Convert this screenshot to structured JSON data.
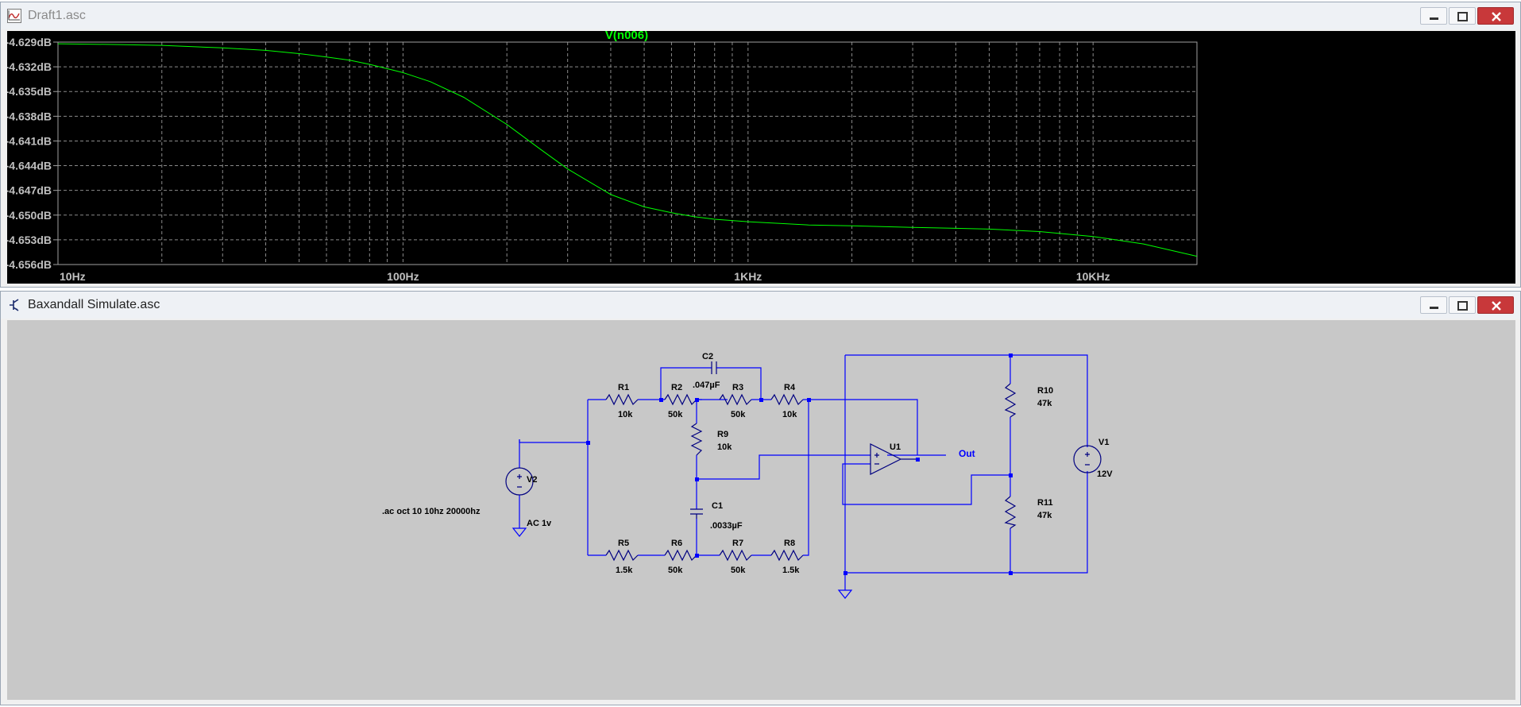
{
  "plot_window": {
    "title": "Draft1.asc",
    "icon": "waveform-icon",
    "trace_label": "V(n006)",
    "trace_color": "#00ff00",
    "y_ticks": [
      "-4.629dB",
      "-4.632dB",
      "-4.635dB",
      "-4.638dB",
      "-4.641dB",
      "-4.644dB",
      "-4.647dB",
      "-4.650dB",
      "-4.653dB",
      "-4.656dB"
    ],
    "x_ticks": [
      "10Hz",
      "100Hz",
      "1KHz",
      "10KHz"
    ]
  },
  "chart_data": {
    "type": "line",
    "title": "V(n006)",
    "xlabel": "",
    "ylabel": "",
    "x_scale": "log",
    "xlim": [
      10,
      20000
    ],
    "ylim": [
      -4.656,
      -4.629
    ],
    "grid": true,
    "series": [
      {
        "name": "V(n006)",
        "color": "#00ff00",
        "x": [
          10,
          15,
          20,
          30,
          40,
          50,
          60,
          70,
          80,
          100,
          120,
          150,
          200,
          250,
          300,
          400,
          500,
          600,
          700,
          800,
          1000,
          1500,
          2000,
          3000,
          4000,
          5000,
          7000,
          10000,
          14000,
          20000
        ],
        "y": [
          -4.6292,
          -4.6293,
          -4.6294,
          -4.6297,
          -4.63,
          -4.6304,
          -4.6308,
          -4.6312,
          -4.6317,
          -4.6327,
          -4.6338,
          -4.6357,
          -4.639,
          -4.642,
          -4.6444,
          -4.6475,
          -4.649,
          -4.6497,
          -4.6502,
          -4.6505,
          -4.6508,
          -4.6512,
          -4.6513,
          -4.6515,
          -4.6516,
          -4.6517,
          -4.652,
          -4.6526,
          -4.6535,
          -4.655
        ]
      }
    ]
  },
  "schematic_window": {
    "title": "Baxandall Simulate.asc",
    "icon": "transistor-icon",
    "wire_color": "#0000ff",
    "components": [
      {
        "ref": "C2",
        "value": ".047µF"
      },
      {
        "ref": "R1",
        "value": "10k"
      },
      {
        "ref": "R2",
        "value": "50k"
      },
      {
        "ref": "R3",
        "value": "50k"
      },
      {
        "ref": "R4",
        "value": "10k"
      },
      {
        "ref": "R9",
        "value": "10k"
      },
      {
        "ref": "C1",
        "value": ".0033µF"
      },
      {
        "ref": "R5",
        "value": "1.5k"
      },
      {
        "ref": "R6",
        "value": "50k"
      },
      {
        "ref": "R7",
        "value": "50k"
      },
      {
        "ref": "R8",
        "value": "1.5k"
      },
      {
        "ref": "U1",
        "value": ""
      },
      {
        "ref": "R10",
        "value": "47k"
      },
      {
        "ref": "R11",
        "value": "47k"
      },
      {
        "ref": "V1",
        "value": "12V"
      },
      {
        "ref": "V2",
        "value": "AC 1v"
      }
    ],
    "net_label": "Out",
    "directive": ".ac oct 10 10hz 20000hz"
  }
}
